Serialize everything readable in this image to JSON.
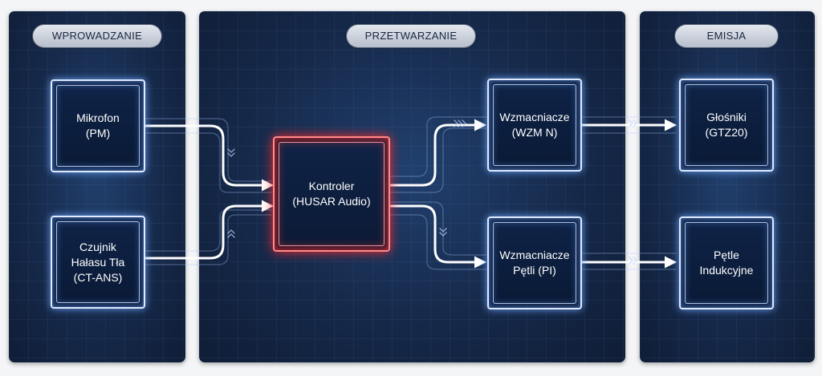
{
  "sections": {
    "input": "WPROWADZANIE",
    "processing": "PRZETWARZANIE",
    "emission": "EMISJA"
  },
  "nodes": {
    "microphone": "Mikrofon\n(PM)",
    "noise_sensor": "Czujnik\nHałasu Tła\n(CT-ANS)",
    "controller": "Kontroler\n(HUSAR Audio)",
    "amplifiers": "Wzmacniacze\n(WZM N)",
    "loop_amplifiers": "Wzmacniacze\nPętli (PI)",
    "speakers": "Głośniki\n(GTZ20)",
    "induction_loops": "Pętle\nIndukcyjne"
  },
  "colors": {
    "panel": "#16294a",
    "node_glow": "#6eaaff",
    "controller_glow": "#ff2828",
    "wire": "#ffffff"
  }
}
